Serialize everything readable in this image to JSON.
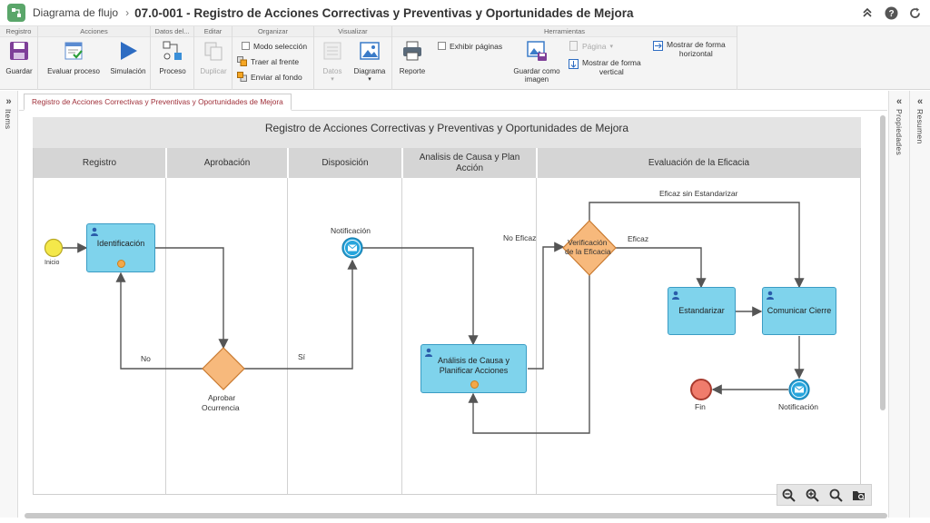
{
  "titlebar": {
    "breadcrumb": "Diagrama de flujo",
    "title": "07.0-001 - Registro de Acciones Correctivas y Preventivas y Oportunidades de Mejora"
  },
  "ribbon": {
    "groups": {
      "registro": "Registro",
      "acciones": "Acciones",
      "datos": "Datos del...",
      "editar": "Editar",
      "organizar": "Organizar",
      "visualizar": "Visualizar",
      "herramientas": "Herramientas"
    },
    "buttons": {
      "guardar": "Guardar",
      "evaluar": "Evaluar proceso",
      "simulacion": "Simulación",
      "proceso": "Proceso",
      "duplicar": "Duplicar",
      "datos": "Datos",
      "diagrama": "Diagrama",
      "reporte": "Reporte",
      "guardar_imagen_1": "Guardar como",
      "guardar_imagen_2": "imagen",
      "mostrar_vertical_1": "Mostrar de forma",
      "mostrar_vertical_2": "vertical",
      "mostrar_horizontal_1": "Mostrar de forma",
      "mostrar_horizontal_2": "horizontal"
    },
    "small": {
      "modo_seleccion": "Modo selección",
      "traer_frente": "Traer al frente",
      "enviar_fondo": "Enviar al fondo",
      "exhibir_paginas": "Exhibir páginas",
      "pagina": "Página"
    }
  },
  "sidepanels": {
    "items": "Items",
    "propiedades": "Propiedades",
    "resumen": "Resumen"
  },
  "tab": {
    "label": "Registro de Acciones Correctivas y Preventivas y Oportunidades de Mejora"
  },
  "diagram": {
    "pool_title": "Registro de Acciones Correctivas y Preventivas y Oportunidades de Mejora",
    "lanes": [
      "Registro",
      "Aprobación",
      "Disposición",
      "Analisis de Causa y Plan Acción",
      "Evaluación de la Eficacia"
    ],
    "tasks": {
      "identificacion": "Identificación",
      "analisis": "Análisis de Causa y Planificar Acciones",
      "estandarizar": "Estandarizar",
      "comunicar": "Comunicar Cierre"
    },
    "labels": {
      "inicio": "Inicio",
      "fin": "Fin",
      "notificacion_1": "Notificación",
      "notificacion_2": "Notificación",
      "aprobar_1": "Aprobar",
      "aprobar_2": "Ocurrencia",
      "verificacion_1": "Verificación",
      "verificacion_2": "de la Eficacia",
      "no": "No",
      "si": "Sí",
      "no_eficaz": "No Eficaz",
      "eficaz": "Eficaz",
      "eficaz_sin": "Eficaz sin Estandarizar"
    }
  },
  "colors": {
    "task_fill": "#7fd3ec",
    "task_border": "#3a9cc4",
    "gateway": "#f7b97c",
    "start": "#f4e84a",
    "end": "#f07c6c",
    "message": "#27a5dc",
    "tab_text": "#a0303a"
  }
}
